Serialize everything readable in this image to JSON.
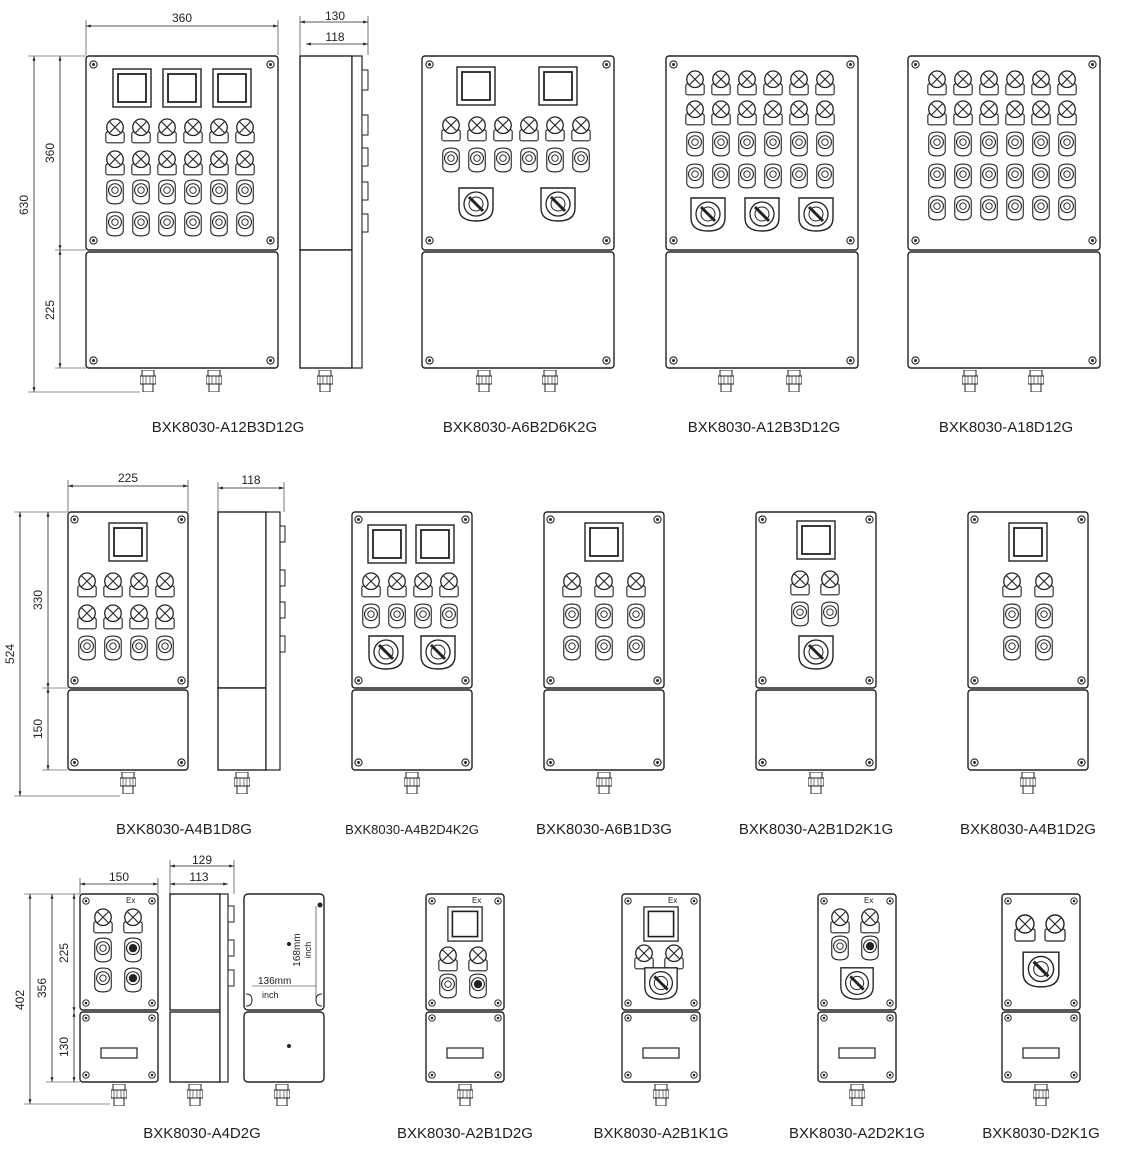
{
  "row1": {
    "captions": [
      "BXK8030-A12B3D12G",
      "BXK8030-A6B2D6K2G",
      "BXK8030-A12B3D12G",
      "BXK8030-A18D12G"
    ],
    "dims": {
      "width": "360",
      "depth_outer": "130",
      "depth_inner": "118",
      "height": "630",
      "upper": "360",
      "lower": "225"
    }
  },
  "row2": {
    "captions": [
      "BXK8030-A4B1D8G",
      "BXK8030-A4B2D4K2G",
      "BXK8030-A6B1D3G",
      "BXK8030-A2B1D2K1G",
      "BXK8030-A4B1D2G"
    ],
    "dims": {
      "width": "225",
      "depth": "118",
      "height": "524",
      "upper": "330",
      "lower": "150"
    }
  },
  "row3": {
    "captions": [
      "BXK8030-A4D2G",
      "BXK8030-A2B1D2G",
      "BXK8030-A2B1K1G",
      "BXK8030-A2D2K1G",
      "BXK8030-D2K1G"
    ],
    "dims": {
      "width": "150",
      "depth_outer": "129",
      "depth_inner": "113",
      "height": "402",
      "mid": "356",
      "upper": "225",
      "lower": "130"
    },
    "back_view": {
      "w_mm": "136mm",
      "w_inch": "inch",
      "h_mm": "168mm",
      "h_inch": "inch"
    },
    "marking": "Ex"
  }
}
